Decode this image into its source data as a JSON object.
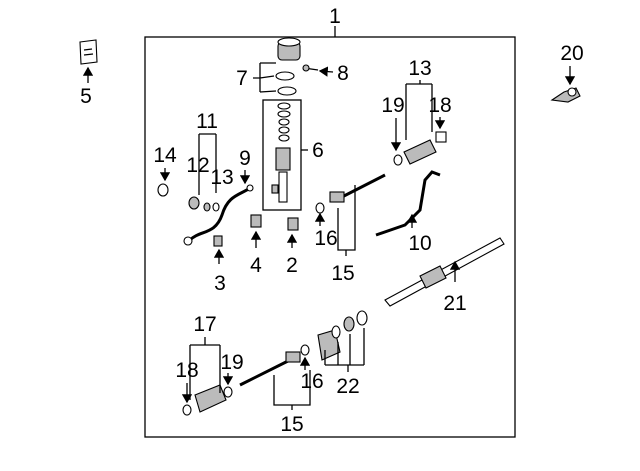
{
  "diagram": {
    "title_callout": "1",
    "callouts": {
      "c5": "5",
      "c20": "20",
      "c7": "7",
      "c8": "8",
      "c6": "6",
      "c9": "9",
      "c11": "11",
      "c12": "12",
      "c13a": "13",
      "c14": "14",
      "c3": "3",
      "c4": "4",
      "c2": "2",
      "c13b": "13",
      "c19a": "19",
      "c18a": "18",
      "c16a": "16",
      "c15a": "15",
      "c10": "10",
      "c21": "21",
      "c17": "17",
      "c18b": "18",
      "c19b": "19",
      "c16b": "16",
      "c15b": "15",
      "c22": "22"
    }
  }
}
